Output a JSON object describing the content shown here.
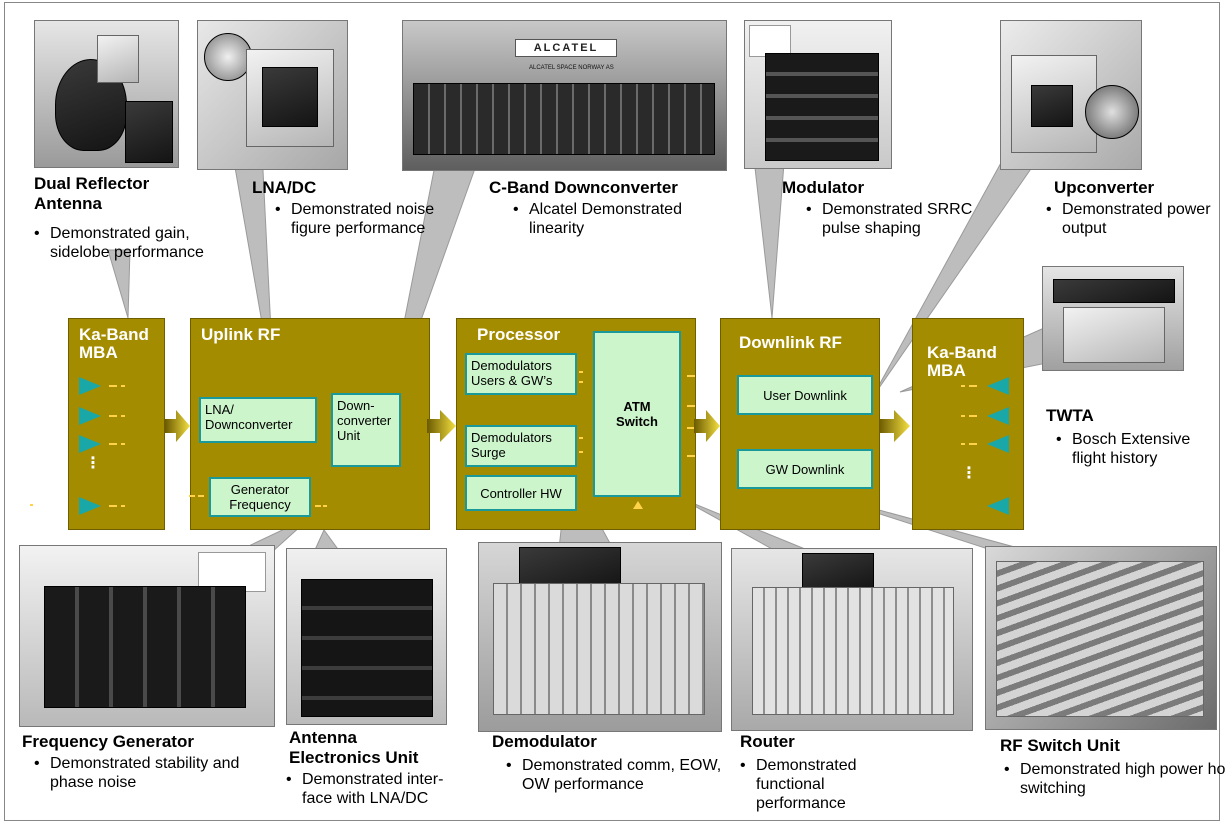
{
  "photos": {
    "alcatel_sign": "ALCATEL",
    "alcatel_sub": "ALCATEL SPACE NORWAY AS"
  },
  "components": {
    "dual_reflector": {
      "title_line1": "Dual Reflector",
      "title_line2": "Antenna",
      "bullet": "Demonstrated gain, sidelobe performance"
    },
    "lna_dc": {
      "title": "LNA/DC",
      "bullet": "Demonstrated noise figure performance"
    },
    "cband": {
      "title": "C-Band Downconverter",
      "bullet": "Alcatel Demonstrated linearity"
    },
    "modulator": {
      "title": "Modulator",
      "bullet": "Demonstrated SRRC pulse shaping"
    },
    "upconverter": {
      "title": "Upconverter",
      "bullet": "Demonstrated power output"
    },
    "twta": {
      "title": "TWTA",
      "bullet": "Bosch Extensive flight history"
    },
    "freq_gen": {
      "title": "Frequency Generator",
      "bullet": "Demonstrated stability and phase noise"
    },
    "aeu": {
      "title_line1": "Antenna",
      "title_line2": "Electronics Unit",
      "bullet_line1": "Demonstrated inter-",
      "bullet_line2": "face with LNA/DC"
    },
    "demodulator": {
      "title": "Demodulator",
      "bullet": "Demonstrated comm, EOW, OW performance"
    },
    "router": {
      "title": "Router",
      "bullet": "Demonstrated functional performance"
    },
    "rf_switch": {
      "title": "RF Switch Unit",
      "bullet": "Demonstrated high power hop switching"
    }
  },
  "blocks": {
    "ka_band_left": {
      "title_line1": "Ka-Band",
      "title_line2": "MBA",
      "dots": "⋮"
    },
    "uplink": {
      "title": "Uplink RF",
      "lna_line1": "LNA/",
      "lna_line2": "Downconverter",
      "down_line1": "Down-",
      "down_line2": "converter",
      "down_line3": "Unit",
      "gen_line1": "Generator",
      "gen_line2": "Frequency"
    },
    "processor": {
      "title": "Processor",
      "demod_users_line1": "Demodulators",
      "demod_users_line2": "Users & GW’s",
      "demod_surge_line1": "Demodulators",
      "demod_surge_line2": "Surge",
      "controller": "Controller HW",
      "atm_line1": "ATM",
      "atm_line2": "Switch"
    },
    "downlink": {
      "title": "Downlink RF",
      "user": "User Downlink",
      "gw": "GW Downlink"
    },
    "ka_band_right": {
      "title_line1": "Ka-Band",
      "title_line2": "MBA",
      "dots": "⋮"
    }
  },
  "colors": {
    "block": "#a48c00",
    "box_fill": "#ccf5cc",
    "box_border": "#199999",
    "triangle": "#1aa7a7",
    "flow_arrow": "#d4b800"
  }
}
